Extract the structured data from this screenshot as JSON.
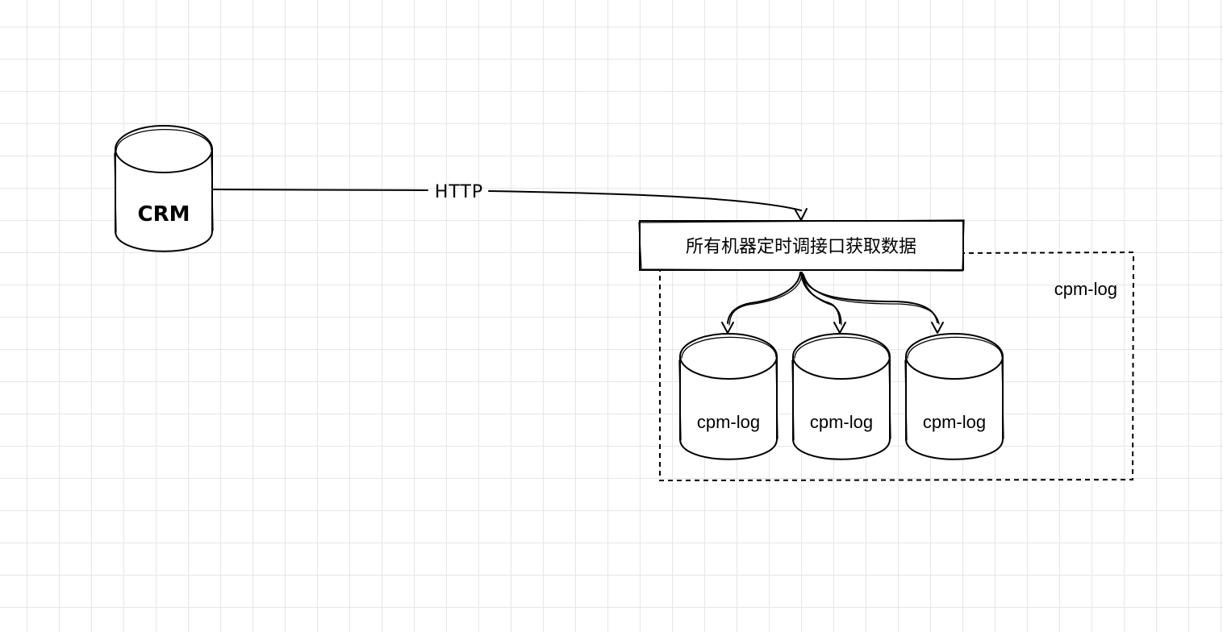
{
  "diagram": {
    "nodes": {
      "crm": {
        "label": "CRM",
        "shape": "cylinder"
      },
      "process": {
        "label": "所有机器定时调接口获取数据",
        "shape": "rectangle"
      },
      "db1": {
        "label": "cpm-log",
        "shape": "cylinder"
      },
      "db2": {
        "label": "cpm-log",
        "shape": "cylinder"
      },
      "db3": {
        "label": "cpm-log",
        "shape": "cylinder"
      }
    },
    "group": {
      "label": "cpm-log",
      "style": "dashed"
    },
    "edges": [
      {
        "from": "crm",
        "to": "process",
        "label": "HTTP"
      },
      {
        "from": "process",
        "to": "db1",
        "label": ""
      },
      {
        "from": "process",
        "to": "db2",
        "label": ""
      },
      {
        "from": "process",
        "to": "db3",
        "label": ""
      }
    ]
  },
  "colors": {
    "background": "#ffffff",
    "grid": "#e6e6e6",
    "stroke": "#000000",
    "fill": "#ffffff"
  }
}
